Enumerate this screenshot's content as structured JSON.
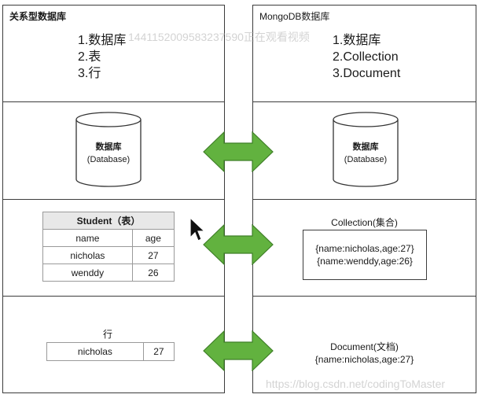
{
  "left_panel": {
    "title": "关系型数据库",
    "concepts": [
      "1.数据库",
      "2.表",
      "3.行"
    ],
    "database": {
      "title": "数据库",
      "subtitle": "(Database)"
    },
    "table": {
      "caption": "Student（表）",
      "columns": [
        "name",
        "age"
      ],
      "rows": [
        {
          "name": "nicholas",
          "age": "27"
        },
        {
          "name": "wenddy",
          "age": "26"
        }
      ]
    },
    "row": {
      "caption": "行",
      "name": "nicholas",
      "age": "27"
    }
  },
  "right_panel": {
    "title": "MongoDB数据库",
    "concepts": [
      "1.数据库",
      "2.Collection",
      "3.Document"
    ],
    "database": {
      "title": "数据库",
      "subtitle": "(Database)"
    },
    "collection": {
      "title": "Collection(集合)",
      "documents": [
        "{name:nicholas,age:27}",
        "{name:wenddy,age:26}"
      ]
    },
    "document": {
      "title": "Document(文档)",
      "content": "{name:nicholas,age:27}"
    }
  },
  "arrow_color": "#62b23f",
  "watermarks": {
    "overlay": "1441152009583237590正在观看视频",
    "url": "https://blog.csdn.net/codingToMaster"
  }
}
